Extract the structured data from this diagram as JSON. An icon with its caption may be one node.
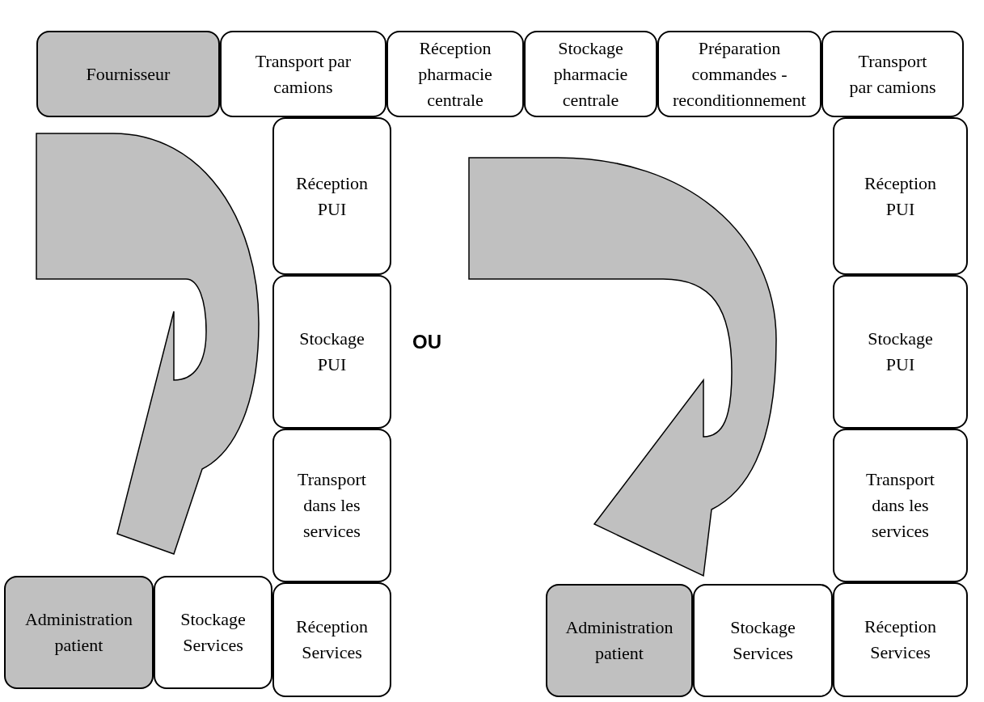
{
  "diagram": {
    "nodes": [
      {
        "text": [
          "Fournisseur"
        ]
      },
      {
        "text": [
          "Transport par camions"
        ]
      },
      {
        "text": [
          "Réception pharmacie centrale"
        ]
      },
      {
        "text": [
          "Stockage pharmacie centrale"
        ]
      },
      {
        "text": [
          "Préparation commandes - reconditionnement"
        ]
      },
      {
        "text": [
          "Transport par camions"
        ]
      },
      {
        "text": [
          "Réception PUI"
        ]
      },
      {
        "text": [
          "Réception PUI"
        ]
      },
      {
        "text": [
          "Stockage PUI"
        ]
      },
      {
        "text": [
          "Stockage PUI"
        ]
      },
      {
        "text": [
          "Transport dans les services"
        ]
      },
      {
        "text": [
          "Transport dans les services"
        ]
      },
      {
        "text": [
          "Administration patient"
        ]
      },
      {
        "text": [
          "Stockage Services"
        ]
      },
      {
        "text": [
          "Réception Services"
        ]
      },
      {
        "text": [
          "Administration patient"
        ]
      },
      {
        "text": [
          "Stockage Services"
        ]
      },
      {
        "text": [
          "Réception Services"
        ]
      }
    ],
    "labels": [
      "OU"
    ]
  }
}
